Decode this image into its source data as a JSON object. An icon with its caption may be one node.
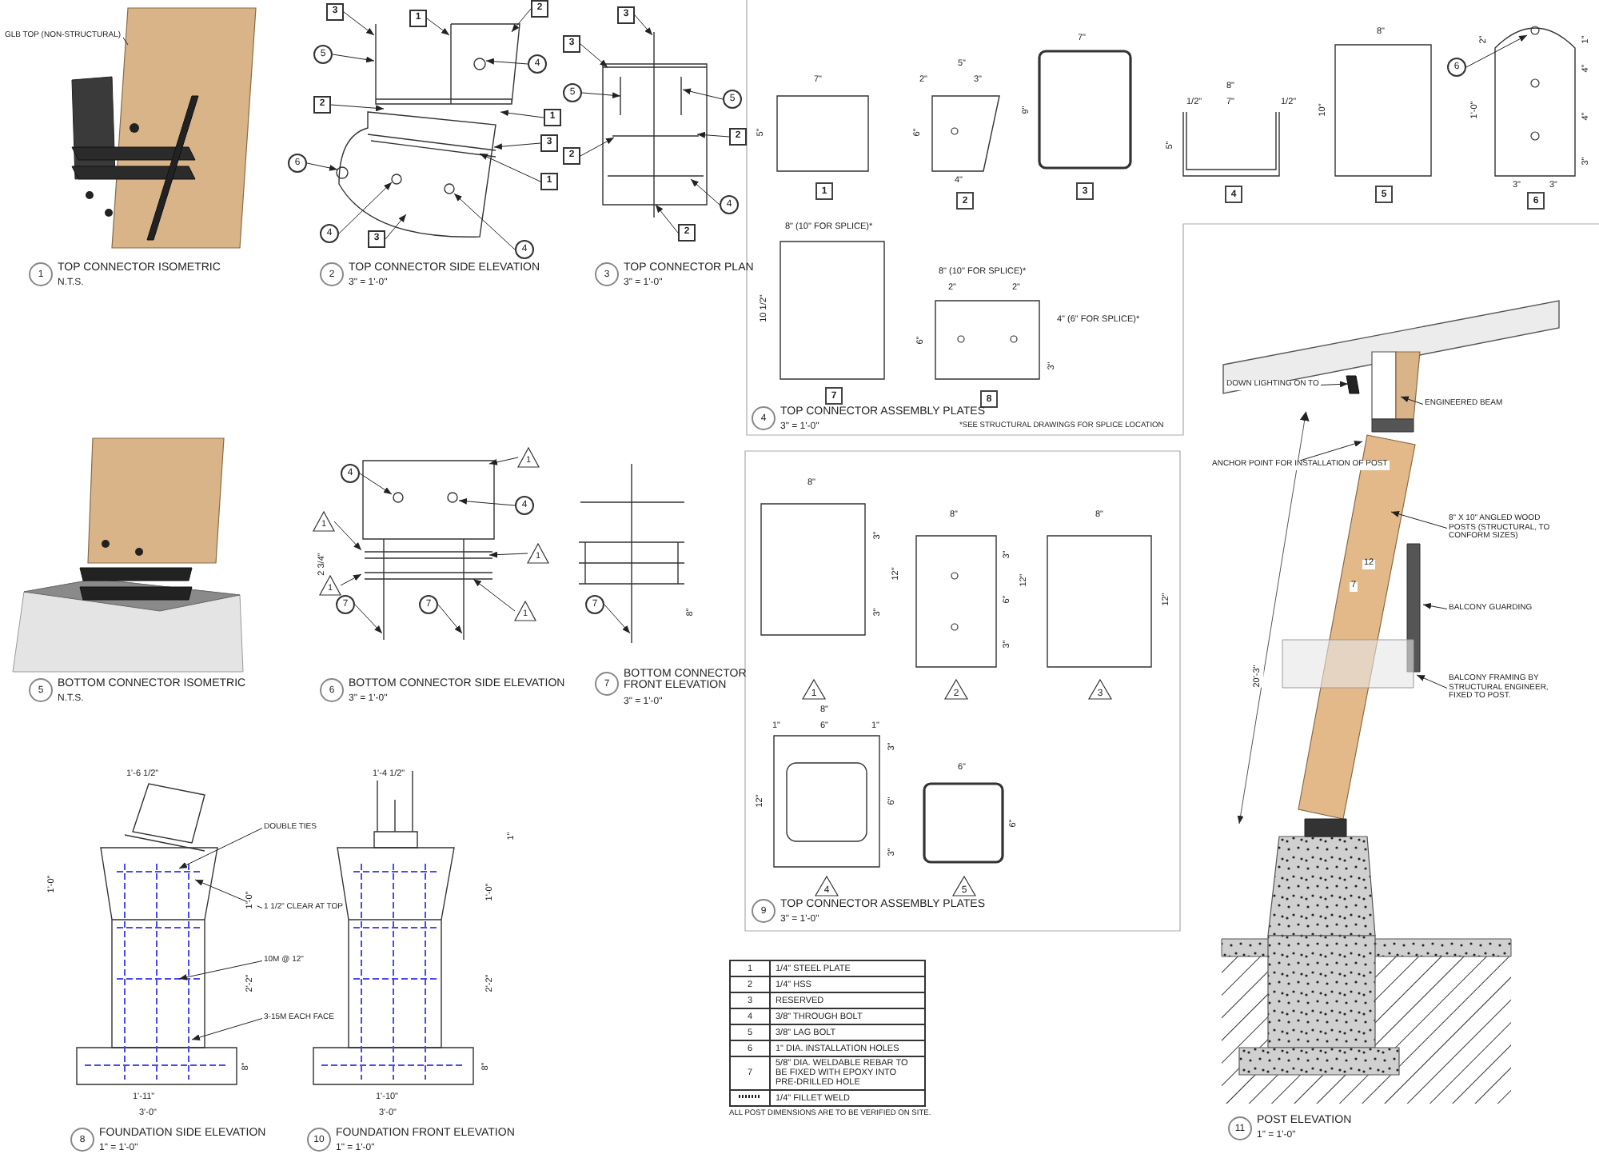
{
  "diagram": {
    "nodes": [
      {
        "text": [
          "GLB TOP (NON-STRUCTURAL)"
        ]
      },
      {
        "text": [
          "DOWN LIGHTING ON TO"
        ]
      },
      {
        "text": [
          "ENGINEERED BEAM"
        ]
      },
      {
        "text": [
          "ANCHOR POINT FOR INSTALLATION OF POST"
        ]
      },
      {
        "text": [
          "8\" X 10\" ANGLED WOOD POSTS (STRUCTURAL, TO CONFORM SIZES)"
        ]
      },
      {
        "text": [
          "BALCONY GUARDING"
        ]
      },
      {
        "text": [
          "BALCONY FRAMING BY STRUCTURAL ENGINEER, FIXED TO POST."
        ]
      },
      {
        "text": [
          "DOUBLE TIES"
        ]
      },
      {
        "text": [
          "1 1/2\" CLEAR AT TOP"
        ]
      },
      {
        "text": [
          "10M @ 12\""
        ]
      },
      {
        "text": [
          "3-15M EACH FACE"
        ]
      },
      {
        "text": [
          "5"
        ]
      },
      {
        "text": [
          "4"
        ]
      },
      {
        "text": [
          "6"
        ]
      },
      {
        "text": [
          "4"
        ]
      },
      {
        "text": [
          "4"
        ]
      },
      {
        "text": [
          "3"
        ]
      },
      {
        "text": [
          "1"
        ]
      },
      {
        "text": [
          "2"
        ]
      },
      {
        "text": [
          "2"
        ]
      },
      {
        "text": [
          "1"
        ]
      },
      {
        "text": [
          "1"
        ]
      },
      {
        "text": [
          "3"
        ]
      },
      {
        "text": [
          "3"
        ]
      },
      {
        "text": [
          "3"
        ]
      },
      {
        "text": [
          "3"
        ]
      },
      {
        "text": [
          "5"
        ]
      },
      {
        "text": [
          "5"
        ]
      },
      {
        "text": [
          "2"
        ]
      },
      {
        "text": [
          "2"
        ]
      },
      {
        "text": [
          "4"
        ]
      },
      {
        "text": [
          "2"
        ]
      },
      {
        "text": [
          "4"
        ]
      },
      {
        "text": [
          "4"
        ]
      },
      {
        "text": [
          "7"
        ]
      },
      {
        "text": [
          "7"
        ]
      },
      {
        "text": [
          "1"
        ]
      },
      {
        "text": [
          "1"
        ]
      },
      {
        "text": [
          "1"
        ]
      },
      {
        "text": [
          "1"
        ]
      },
      {
        "text": [
          "1"
        ]
      },
      {
        "text": [
          "7"
        ]
      },
      {
        "text": [
          "6"
        ]
      }
    ],
    "edges": [
      {
        "from": 0,
        "to": null,
        "arrow": "none"
      },
      {
        "from": 1,
        "to": null,
        "arrow": "to"
      },
      {
        "from": 2,
        "to": null,
        "arrow": "to"
      },
      {
        "from": 3,
        "to": null,
        "arrow": "to"
      },
      {
        "from": 4,
        "to": null,
        "arrow": "to"
      },
      {
        "from": 5,
        "to": null,
        "arrow": "to"
      },
      {
        "from": 6,
        "to": null,
        "arrow": "to"
      },
      {
        "from": 7,
        "to": null,
        "arrow": "to"
      },
      {
        "from": 8,
        "to": null,
        "arrow": "to"
      },
      {
        "from": 9,
        "to": null,
        "arrow": "to"
      },
      {
        "from": 10,
        "to": null,
        "arrow": "to"
      },
      {
        "from": 11,
        "to": null,
        "arrow": "to"
      },
      {
        "from": 12,
        "to": null,
        "arrow": "to"
      },
      {
        "from": 13,
        "to": null,
        "arrow": "to"
      },
      {
        "from": 14,
        "to": null,
        "arrow": "to"
      },
      {
        "from": 15,
        "to": null,
        "arrow": "to"
      },
      {
        "from": 16,
        "to": null,
        "arrow": "to"
      },
      {
        "from": 17,
        "to": null,
        "arrow": "to"
      },
      {
        "from": 18,
        "to": null,
        "arrow": "to"
      },
      {
        "from": 19,
        "to": null,
        "arrow": "to"
      },
      {
        "from": 20,
        "to": null,
        "arrow": "to"
      },
      {
        "from": 21,
        "to": null,
        "arrow": "to"
      },
      {
        "from": 22,
        "to": null,
        "arrow": "to"
      },
      {
        "from": 23,
        "to": null,
        "arrow": "to"
      },
      {
        "from": 24,
        "to": null,
        "arrow": "to"
      },
      {
        "from": 25,
        "to": null,
        "arrow": "to"
      },
      {
        "from": 26,
        "to": null,
        "arrow": "to"
      },
      {
        "from": 27,
        "to": null,
        "arrow": "to"
      },
      {
        "from": 28,
        "to": null,
        "arrow": "to"
      },
      {
        "from": 29,
        "to": null,
        "arrow": "to"
      },
      {
        "from": 30,
        "to": null,
        "arrow": "to"
      },
      {
        "from": 31,
        "to": null,
        "arrow": "to"
      },
      {
        "from": 32,
        "to": null,
        "arrow": "to"
      },
      {
        "from": 33,
        "to": null,
        "arrow": "to"
      },
      {
        "from": 34,
        "to": null,
        "arrow": "to"
      },
      {
        "from": 35,
        "to": null,
        "arrow": "to"
      },
      {
        "from": 36,
        "to": null,
        "arrow": "to"
      },
      {
        "from": 37,
        "to": null,
        "arrow": "to"
      },
      {
        "from": 38,
        "to": null,
        "arrow": "to"
      },
      {
        "from": 39,
        "to": null,
        "arrow": "to"
      },
      {
        "from": 40,
        "to": null,
        "arrow": "to"
      },
      {
        "from": 41,
        "to": null,
        "arrow": "to"
      },
      {
        "from": 42,
        "to": null,
        "arrow": "to"
      }
    ],
    "labels": [
      "1",
      "TOP CONNECTOR ISOMETRIC",
      "N.T.S.",
      "2",
      "TOP CONNECTOR SIDE ELEVATION",
      "3\" = 1'-0\"",
      "3",
      "TOP CONNECTOR PLAN",
      "3\" = 1'-0\"",
      "7\"",
      "5\"",
      "1",
      "5\"",
      "2\"",
      "3\"",
      "6\"",
      "4\"",
      "2",
      "7\"",
      "9\"",
      "3",
      "8\"",
      "1/2\"",
      "7\"",
      "1/2\"",
      "5\"",
      "4",
      "8\"",
      "10\"",
      "5",
      "2\"",
      "1\"",
      "4\"",
      "4\"",
      "3\"",
      "1'-0\"",
      "3\"",
      "3\"",
      "6",
      "8\" (10\" FOR SPLICE)*",
      "10 1/2\"",
      "7",
      "8\" (10\" FOR SPLICE)*",
      "2\"",
      "2\"",
      "4\" (6\" FOR SPLICE)*",
      "6\"",
      "3\"",
      "8",
      "4",
      "TOP CONNECTOR ASSEMBLY PLATES",
      "3\" = 1'-0\"",
      "*SEE STRUCTURAL DRAWINGS FOR SPLICE LOCATION",
      "5",
      "BOTTOM CONNECTOR ISOMETRIC",
      "N.T.S.",
      "6",
      "BOTTOM CONNECTOR SIDE ELEVATION",
      "3\" = 1'-0\"",
      "7",
      "BOTTOM CONNECTOR FRONT ELEVATION",
      "3\" = 1'-0\"",
      "2 3/4\"",
      "8\"",
      "1'-6 1/2\"",
      "1'-0\"",
      "1'-0\"",
      "2'-2\"",
      "8\"",
      "1'-11\"",
      "3'-0\"",
      "8",
      "FOUNDATION SIDE ELEVATION",
      "1\" = 1'-0\"",
      "1'-4 1/2\"",
      "1\"",
      "1'-0\"",
      "2'-2\"",
      "8\"",
      "1'-10\"",
      "3'-0\"",
      "10",
      "FOUNDATION FRONT ELEVATION",
      "1\" = 1'-0\"",
      "8\"",
      "3\"",
      "12\"",
      "3\"",
      "1",
      "8\"",
      "3\"",
      "6\"",
      "3\"",
      "12\"",
      "2",
      "8\"",
      "12\"",
      "3",
      "8\"",
      "1\"",
      "6\"",
      "1\"",
      "3\"",
      "6\"",
      "3\"",
      "12\"",
      "4",
      "6\"",
      "6\"",
      "5",
      "9",
      "TOP CONNECTOR ASSEMBLY PLATES",
      "3\" = 1'-0\"",
      "1",
      "1/4\" STEEL PLATE",
      "2",
      "1/4\" HSS",
      "3",
      "RESERVED",
      "4",
      "3/8\" THROUGH BOLT",
      "5",
      "3/8\" LAG BOLT",
      "6",
      "1\" DIA. INSTALLATION HOLES",
      "7",
      "5/8\" DIA. WELDABLE REBAR TO BE FIXED WITH EPOXY INTO PRE-DRILLED HOLE",
      "1/4\" FILLET WELD",
      "ALL POST DIMENSIONS ARE TO BE VERIFIED ON SITE.",
      "20'-3\"",
      "12",
      "7",
      "11",
      "POST ELEVATION",
      "1\" = 1'-0\""
    ]
  }
}
